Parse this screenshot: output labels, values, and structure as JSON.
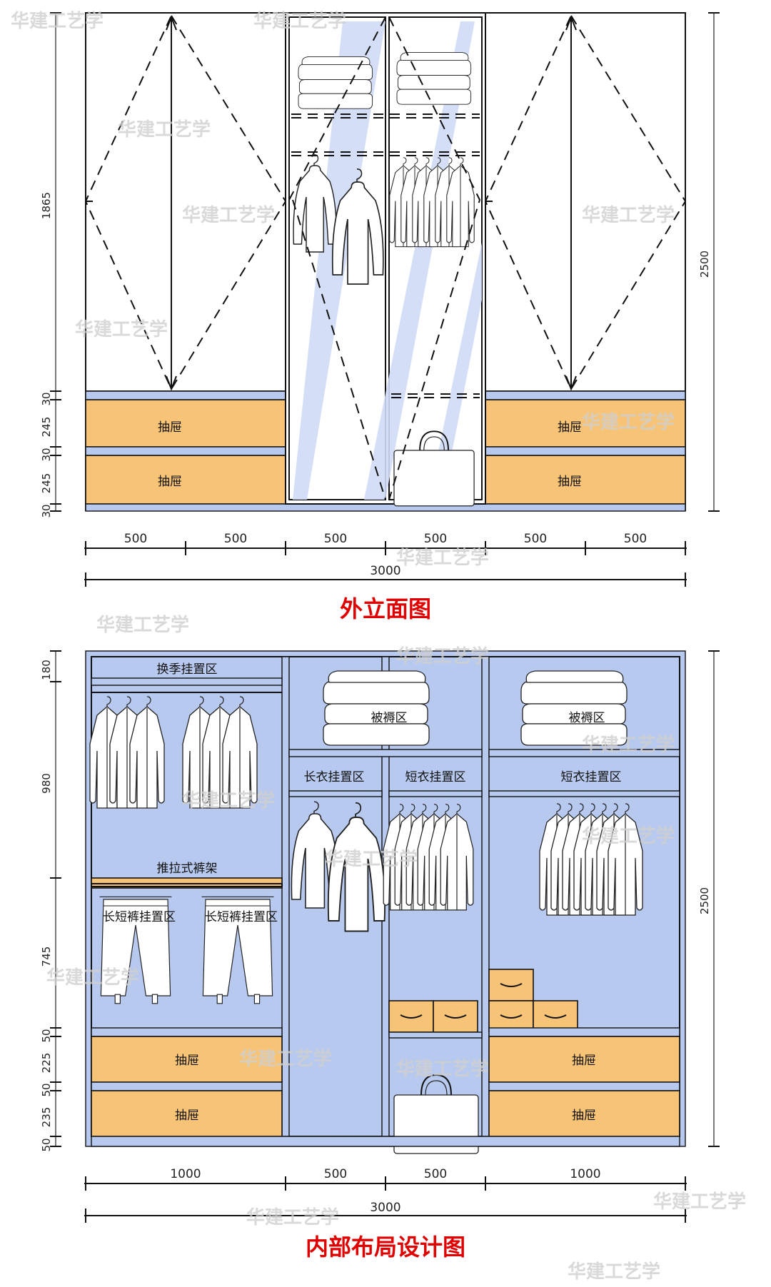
{
  "watermark": "华建工艺学",
  "elevation": {
    "title": "外立面图",
    "drawer_label": "抽屉",
    "horizontal_dims": [
      "500",
      "500",
      "500",
      "500",
      "500",
      "500"
    ],
    "total_width": "3000",
    "left_vertical_dims": [
      "1865",
      "30",
      "245",
      "30",
      "245",
      "30"
    ],
    "right_vertical_dim": "2500"
  },
  "interior": {
    "title": "内部布局设计图",
    "zones": {
      "seasonal": "换季挂置区",
      "pull_rack": "推拉式裤架",
      "pants_left": "长短裤挂置区",
      "pants_right": "长短裤挂置区",
      "quilt_mid": "被褥区",
      "quilt_right": "被褥区",
      "long_coat": "长衣挂置区",
      "short_mid": "短衣挂置区",
      "short_right": "短衣挂置区"
    },
    "drawer_label": "抽屉",
    "horizontal_dims": [
      "1000",
      "500",
      "500",
      "1000"
    ],
    "total_width": "3000",
    "left_vertical_dims": [
      "180",
      "980",
      "745",
      "50",
      "225",
      "50",
      "235",
      "50"
    ],
    "right_vertical_dim": "2500"
  }
}
